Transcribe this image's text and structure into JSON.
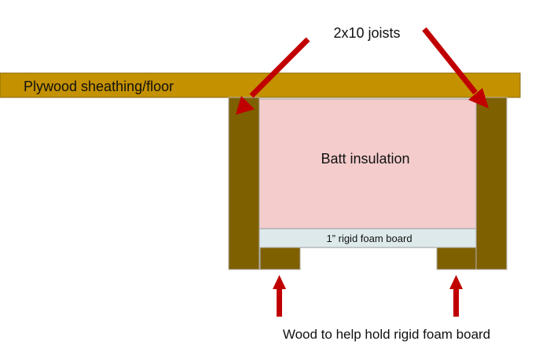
{
  "labels": {
    "joists": "2x10 joists",
    "sheathing": "Plywood sheathing/floor",
    "batt": "Batt insulation",
    "foam": "1” rigid foam board",
    "wood_support": "Wood to help hold rigid foam board"
  },
  "colors": {
    "sheathing": "#c49100",
    "joist": "#7f6000",
    "batt": "#f4cccc",
    "foam": "#dde9ea",
    "arrow": "#c00000",
    "outline": "#8a8a8a",
    "text": "#111111"
  }
}
